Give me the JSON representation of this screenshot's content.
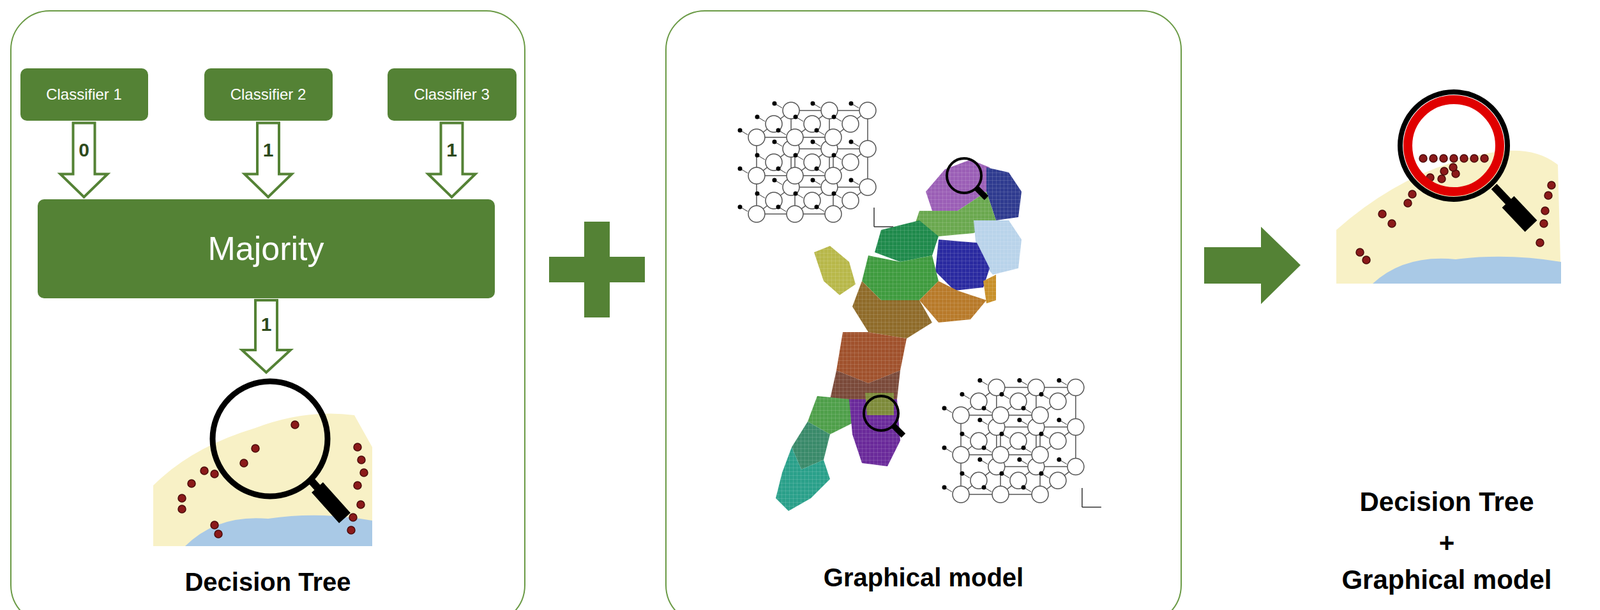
{
  "diagram": {
    "nodes": [
      {
        "text": [
          "Decision Tree"
        ]
      },
      {
        "text": [
          "Classifier 1"
        ],
        "in": 0
      },
      {
        "text": [
          "Classifier 2"
        ],
        "in": 0
      },
      {
        "text": [
          "Classifier 3"
        ],
        "in": 0
      },
      {
        "text": [
          "Majority"
        ],
        "in": 0
      },
      {
        "text": [
          "Graphical model"
        ]
      }
    ],
    "edges": [
      {
        "from": 1,
        "to": 4,
        "label": "0",
        "arrow": "to"
      },
      {
        "from": 2,
        "to": 4,
        "label": "1",
        "arrow": "to"
      },
      {
        "from": 3,
        "to": 4,
        "label": "1",
        "arrow": "to"
      }
    ],
    "labels": [
      "1",
      "Decision Tree",
      "+",
      "Graphical model"
    ]
  }
}
